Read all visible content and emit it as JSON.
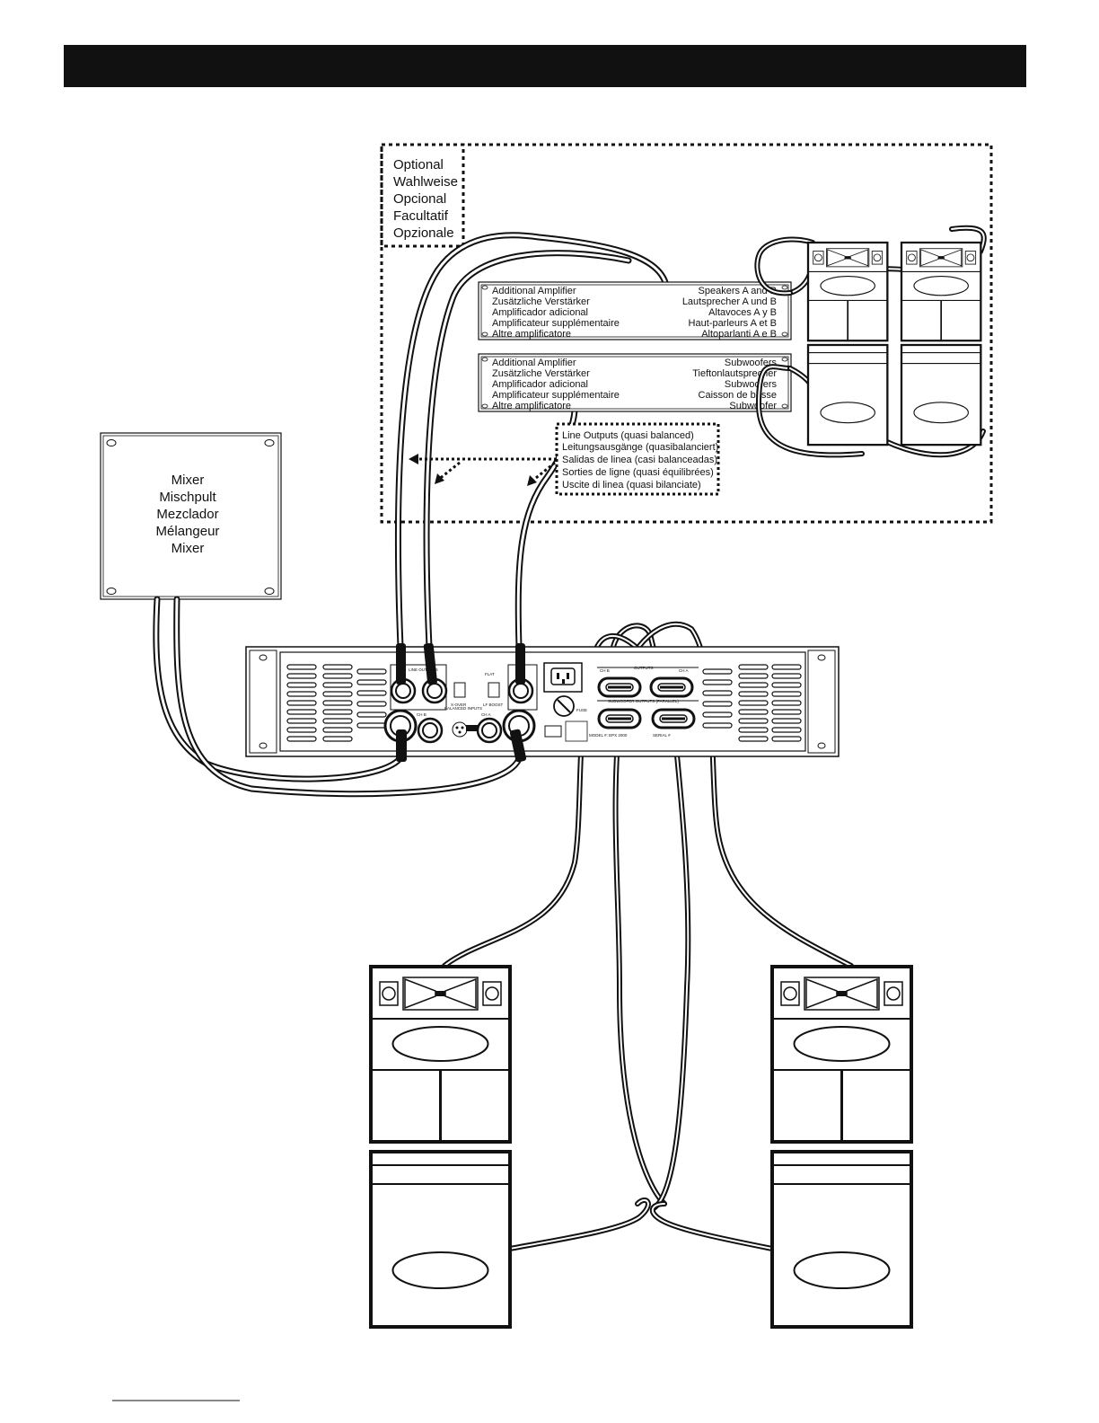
{
  "optional_label": [
    "Optional",
    "Wahlweise",
    "Opcional",
    "Facultatif",
    "Opzionale"
  ],
  "additional_amp_1": {
    "left": [
      "Additional Amplifier",
      "Zusätzliche Verstärker",
      "Amplificador adicional",
      "Amplificateur supplémentaire",
      "Altre amplificatore"
    ],
    "right": [
      "Speakers A and  B",
      "Lautsprecher A und  B",
      "Altavoces A y B",
      "Haut-parleurs A et B",
      "Altoparlanti A e B"
    ]
  },
  "additional_amp_2": {
    "left": [
      "Additional Amplifier",
      "Zusätzliche Verstärker",
      "Amplificador adicional",
      "Amplificateur supplémentaire",
      "Altre amplificatore"
    ],
    "right": [
      "Subwoofers",
      "Tieftonlautsprecher",
      "Subwoofers",
      "Caisson de basse",
      "Subwoofer"
    ]
  },
  "line_outputs_label": [
    "Line Outputs (quasi balanced)",
    "Leitungsausgänge (quasibalanciert)",
    "Salidas de linea (casi balanceadas)",
    "Sorties de ligne (quasi équilibrées)",
    "Uscite di linea (quasi bilanciate)"
  ],
  "mixer_label": [
    "Mixer",
    "Mischpult",
    "Mezclador",
    "Mélangeur",
    "Mixer"
  ],
  "amp_panel": {
    "line_outputs": "LINE OUTPUTS",
    "balanced_inputs": "BALANCED INPUTS",
    "ch_b": "CH B",
    "ch_a": "CH A",
    "outputs": "OUTPUTS",
    "subwoofer_outputs": "SUBWOOFER  OUTPUTS (PARALLEL)",
    "model": "MODEL #: EPX 2000",
    "serial": "SERIAL #",
    "x_over": "X-OVER",
    "lf_boost": "LF BOOST",
    "flat": "FLAT",
    "fuse": "FUSE",
    "ch_b_out": "CH B",
    "ch_a_out": "CH A"
  },
  "colors": {
    "ink": "#111111",
    "paper": "#ffffff",
    "header": "#111111"
  }
}
